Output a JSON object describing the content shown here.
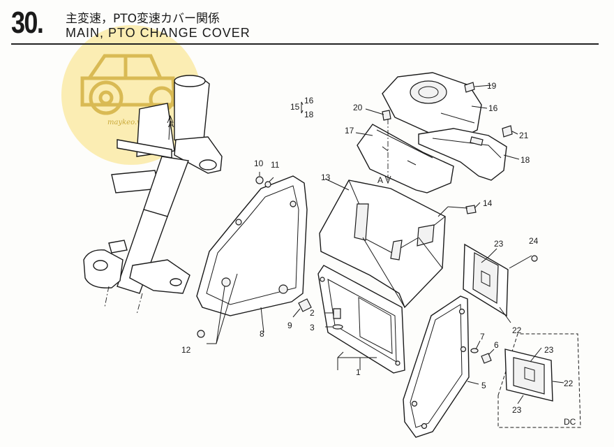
{
  "header": {
    "section_number": "30.",
    "title_jp": "主変速，PTO変速カバー関係",
    "title_en": "MAIN, PTO CHANGE COVER"
  },
  "watermark": {
    "site": "maykeo.vn",
    "logo_icon": "tractor-icon"
  },
  "diagram": {
    "view_marker": "A",
    "variant_label": "DC",
    "callouts": [
      {
        "id": "c1",
        "text": "1"
      },
      {
        "id": "c2",
        "text": "2"
      },
      {
        "id": "c3",
        "text": "3"
      },
      {
        "id": "c5",
        "text": "5"
      },
      {
        "id": "c6",
        "text": "6"
      },
      {
        "id": "c7",
        "text": "7"
      },
      {
        "id": "c8",
        "text": "8"
      },
      {
        "id": "c9",
        "text": "9"
      },
      {
        "id": "c10",
        "text": "10"
      },
      {
        "id": "c11",
        "text": "11"
      },
      {
        "id": "c12",
        "text": "12"
      },
      {
        "id": "c13",
        "text": "13"
      },
      {
        "id": "c14",
        "text": "14"
      },
      {
        "id": "c15",
        "text": "15"
      },
      {
        "id": "c16a",
        "text": "16"
      },
      {
        "id": "c18a",
        "text": "18"
      },
      {
        "id": "c16",
        "text": "16"
      },
      {
        "id": "c17",
        "text": "17"
      },
      {
        "id": "c18",
        "text": "18"
      },
      {
        "id": "c19",
        "text": "19"
      },
      {
        "id": "c20",
        "text": "20"
      },
      {
        "id": "c21",
        "text": "21"
      },
      {
        "id": "c22",
        "text": "22"
      },
      {
        "id": "c22b",
        "text": "22"
      },
      {
        "id": "c23a",
        "text": "23"
      },
      {
        "id": "c23b",
        "text": "23"
      },
      {
        "id": "c23c",
        "text": "23"
      },
      {
        "id": "c24",
        "text": "24"
      }
    ]
  }
}
